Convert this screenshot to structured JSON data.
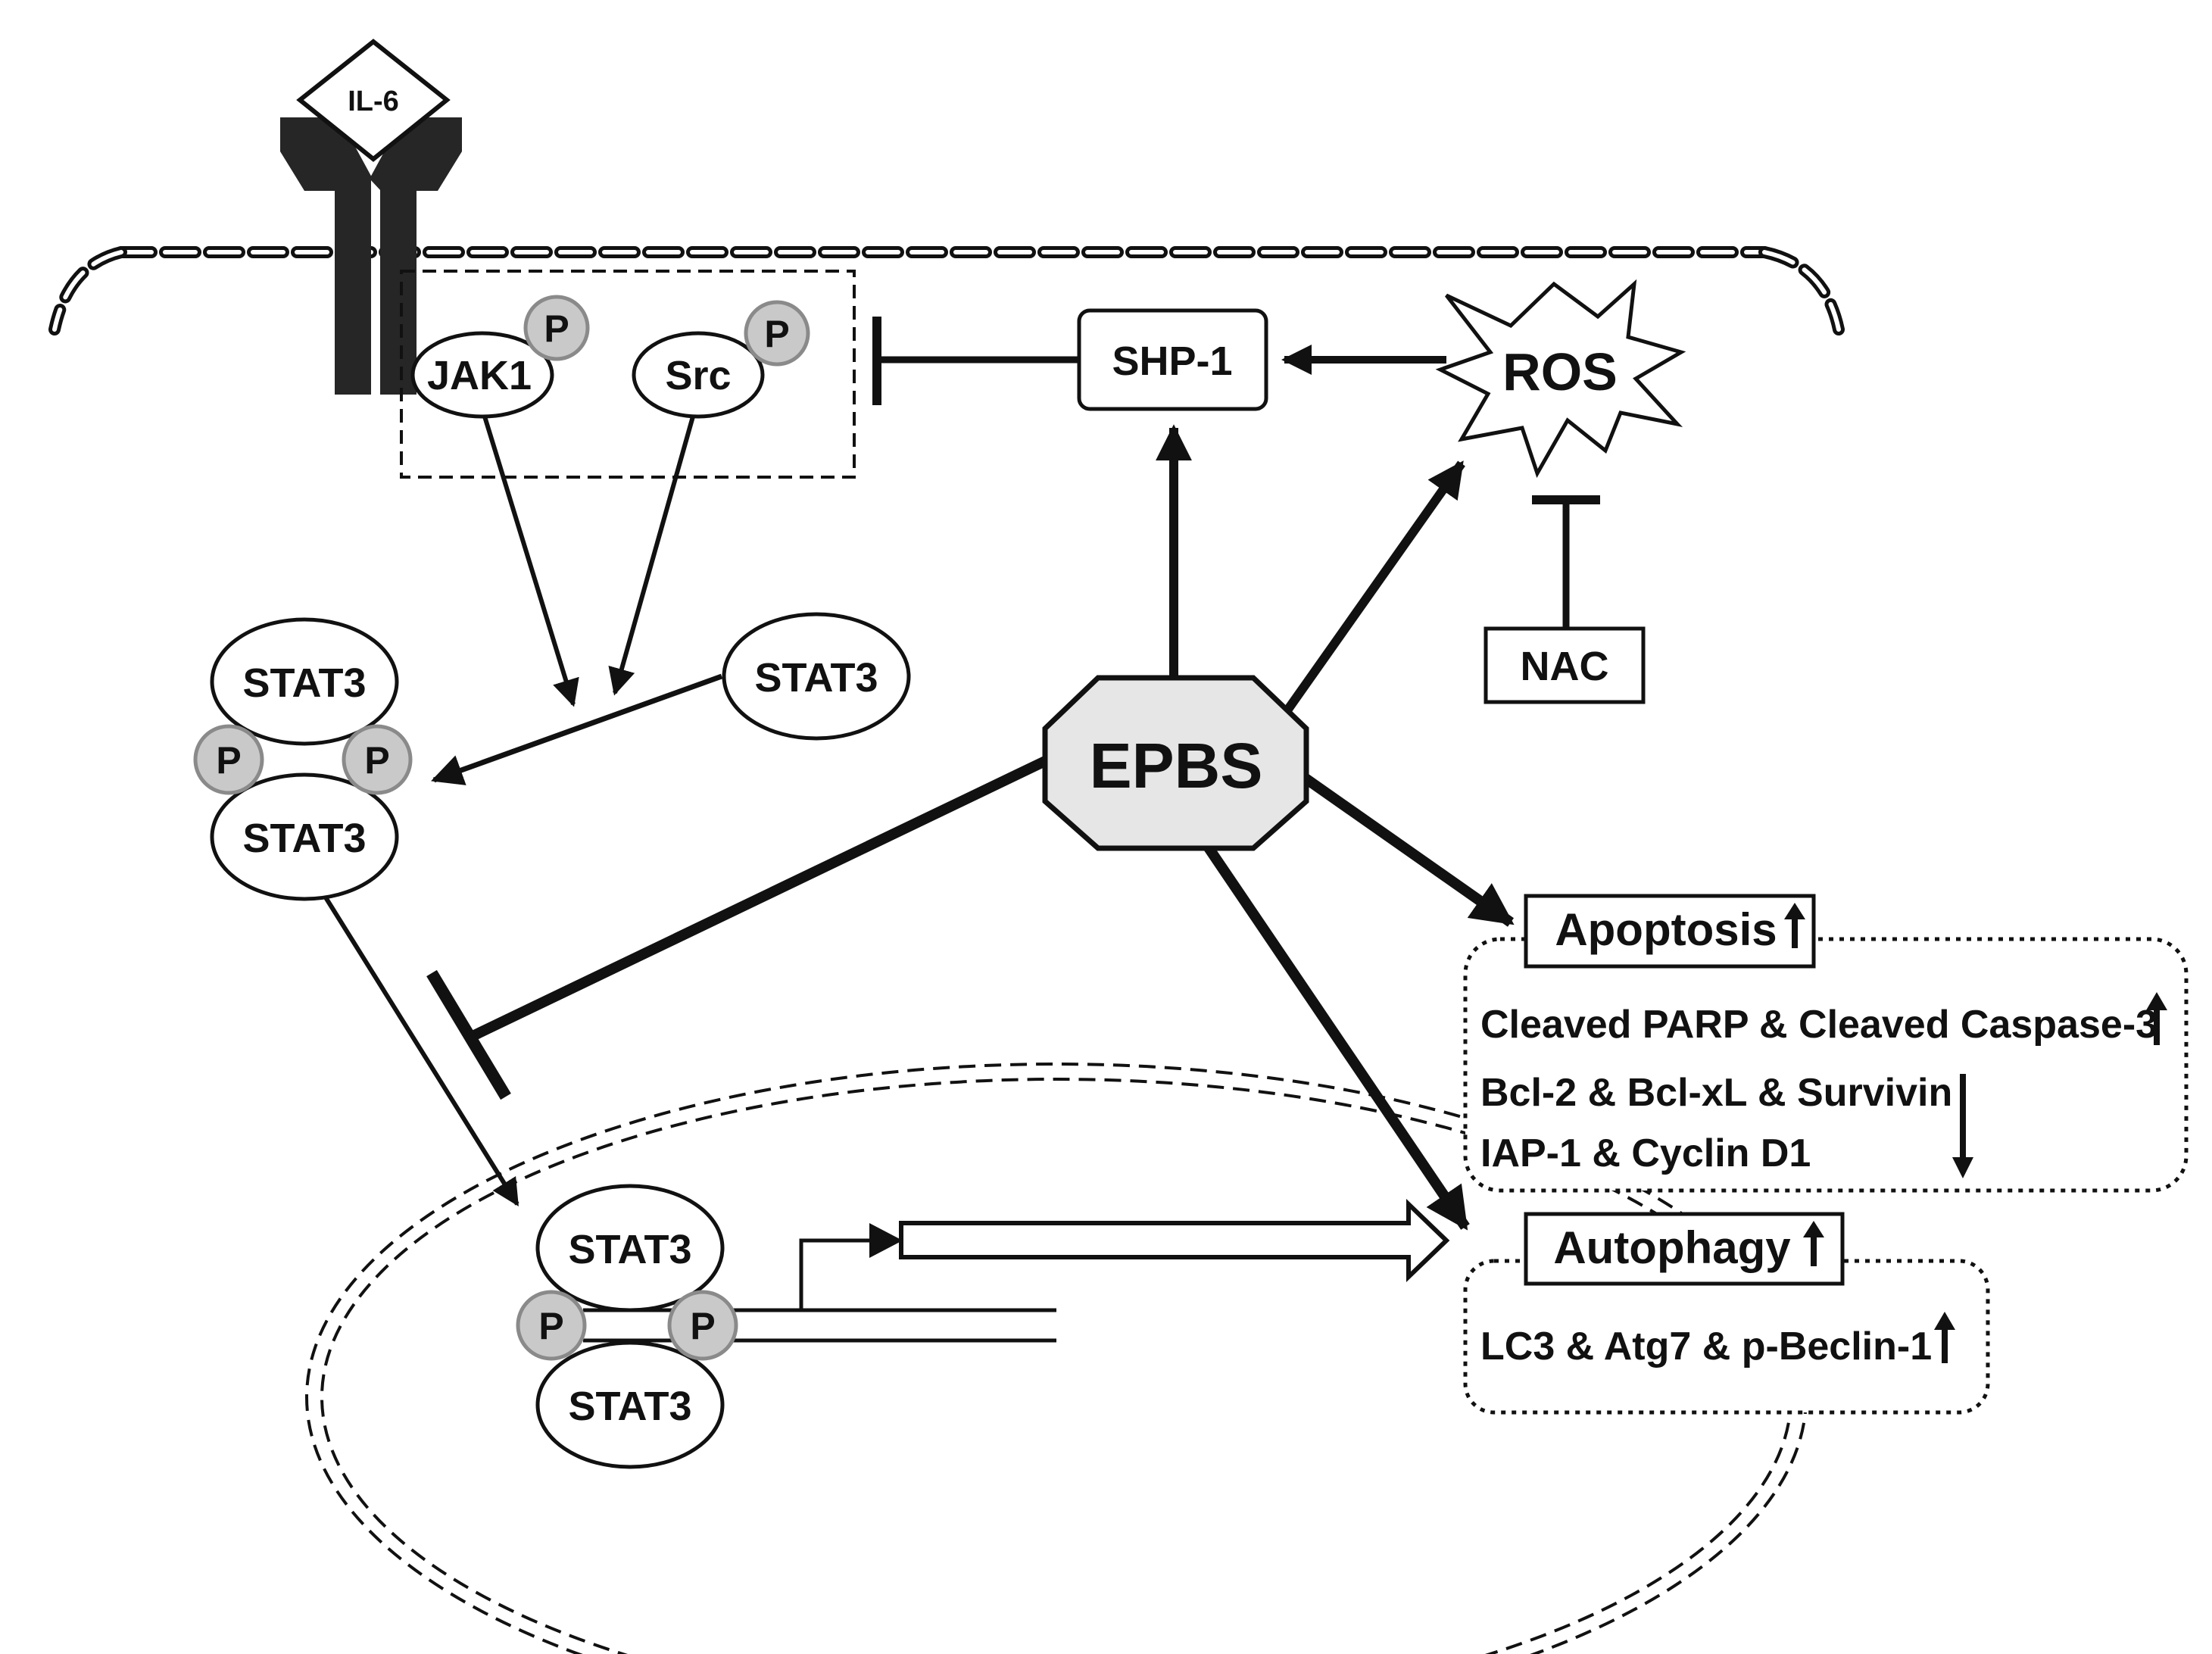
{
  "ligand": {
    "label": "IL-6"
  },
  "kinases": {
    "jak1": "JAK1",
    "src": "Src",
    "phospho": "P"
  },
  "shp1": {
    "label": "SHP-1"
  },
  "ros": {
    "label": "ROS"
  },
  "nac": {
    "label": "NAC"
  },
  "epbs": {
    "label": "EPBS"
  },
  "stat3": {
    "label": "STAT3"
  },
  "apoptosis": {
    "title": "Apoptosis",
    "line1": "Cleaved PARP & Cleaved Caspase-3",
    "line2": "Bcl-2 & Bcl-xL & Survivin",
    "line3": "IAP-1 & Cyclin D1"
  },
  "autophagy": {
    "title": "Autophagy",
    "line1": "LC3 & Atg7 & p-Beclin-1"
  },
  "colors": {
    "stroke": "#111111",
    "phospho_fill": "#c9c9c9",
    "phospho_stroke": "#8a8a8a",
    "epbs_fill": "#e6e6e6",
    "receptor": "#262626"
  }
}
